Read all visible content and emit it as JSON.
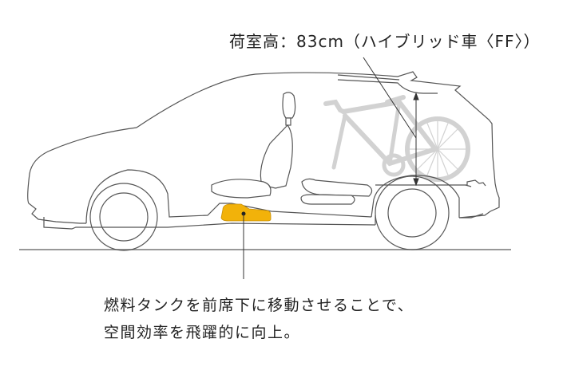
{
  "annotations": {
    "cargo_height_label": "荷室高：83cm（ハイブリッド車〈FF〉）",
    "caption_lines": [
      "燃料タンクを前席下に移動させることで、",
      "空間効率を飛躍的に向上。"
    ]
  },
  "diagram": {
    "subject": "car-side-profile-cutaway",
    "elements": [
      "front-seat",
      "rear-seat-folded",
      "bicycle-in-cargo",
      "fuel-tank",
      "cargo-height-dimension",
      "ground-line"
    ],
    "colors": {
      "outline": "#555555",
      "fuel_tank": "#f2b20a",
      "bicycle": "#d4d4d4",
      "text": "#222222"
    }
  }
}
